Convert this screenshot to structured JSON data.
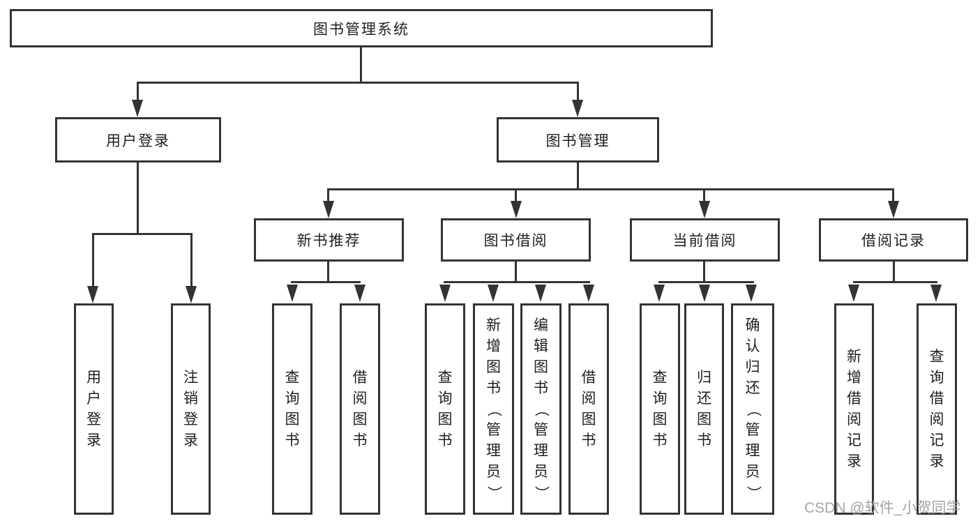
{
  "nodes": {
    "root": "图书管理系统",
    "user_login_group": "用户登录",
    "book_mgmt": "图书管理",
    "new_book_rec": "新书推荐",
    "book_borrow": "图书借阅",
    "current_borrow": "当前借阅",
    "borrow_record": "借阅记录",
    "user_login": "用户登录",
    "logout_login": "注销登录",
    "nb_query_book": "查询图书",
    "nb_borrow_book": "借阅图书",
    "bb_query_book": "查询图书",
    "bb_add_book": "新增图书（管理员）",
    "bb_edit_book": "编辑图书（管理员）",
    "bb_borrow_book": "借阅图书",
    "cb_query_book": "查询图书",
    "cb_return_book": "归还图书",
    "cb_confirm_return": "确认归还（管理员）",
    "br_add_record": "新增借阅记录",
    "br_query_record": "查询借阅记录"
  },
  "watermark": "CSDN @软件_小贺同学",
  "colors": {
    "line": "#333333",
    "text": "#1f1f1f",
    "box_background": "#ffffff",
    "watermark": "#9e9ea6"
  }
}
